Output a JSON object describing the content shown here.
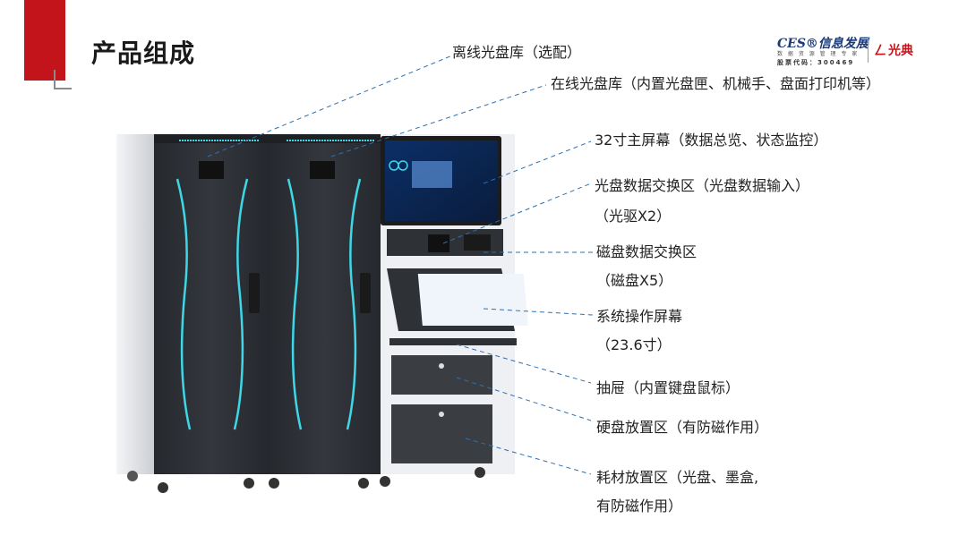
{
  "title": "产品组成",
  "logo": {
    "ces": "CES®信息发展",
    "ces_sub": "数 据 资 源 管 理 专 家",
    "ces_code": "股票代码：300469",
    "brand": "光典"
  },
  "labels": {
    "offline_library": "离线光盘库（选配）",
    "online_library": "在线光盘库（内置光盘匣、机械手、盘面打印机等）",
    "main_screen": "32寸主屏幕（数据总览、状态监控）",
    "disc_exchange": "光盘数据交换区（光盘数据输入）",
    "disc_exchange_sub": "（光驱X2）",
    "disk_exchange": "磁盘数据交换区",
    "disk_exchange_sub": "（磁盘X5）",
    "operation_screen": "系统操作屏幕",
    "operation_screen_sub": "（23.6寸）",
    "drawer": "抽屉（内置键盘鼠标）",
    "hdd_area": "硬盘放置区（有防磁作用）",
    "consumable_area": "耗材放置区（光盘、墨盒,",
    "consumable_area_sub": "有防磁作用）"
  },
  "colors": {
    "accent_red": "#c4141b",
    "leader_line": "#2f6fb0",
    "cabinet": "#2e3136",
    "cabinet_glow": "#3fd6e6"
  }
}
